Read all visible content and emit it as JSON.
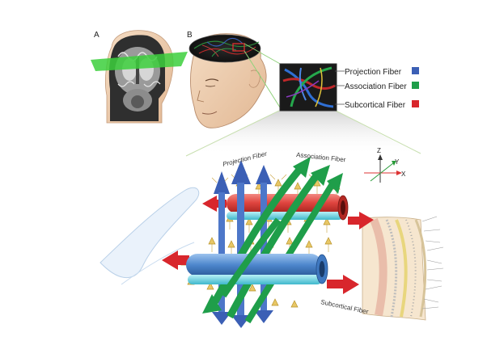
{
  "panels": {
    "a_label": "A",
    "b_label": "B"
  },
  "legend": {
    "items": [
      {
        "label": "Projection Fiber",
        "color": "#3b5fb5"
      },
      {
        "label": "Association Fiber",
        "color": "#1f9e4a"
      },
      {
        "label": "Subcortical Fiber",
        "color": "#d8262c"
      }
    ]
  },
  "diagram": {
    "projection_label": "Projection Fiber",
    "association_label": "Association Fiber",
    "subcortical_label": "Subcortical Fiber"
  },
  "axes": {
    "z": "Z",
    "y": "Y",
    "x": "X"
  },
  "colors": {
    "projection": "#3b5fb5",
    "association": "#1f9e4a",
    "subcortical": "#d8262c",
    "tube_red": "#e0453f",
    "tube_blue": "#4d86cc",
    "tube_cyan": "#5fd0e0",
    "neuron": "#e8c766",
    "skin": "#efcfb1",
    "green_plane": "#3ccf3c"
  },
  "icons": {
    "brain": "brain-coronal-slice",
    "head": "head-with-tractography",
    "inset": "tractography-zoom-inset",
    "axes": "xyz-axes-icon"
  }
}
